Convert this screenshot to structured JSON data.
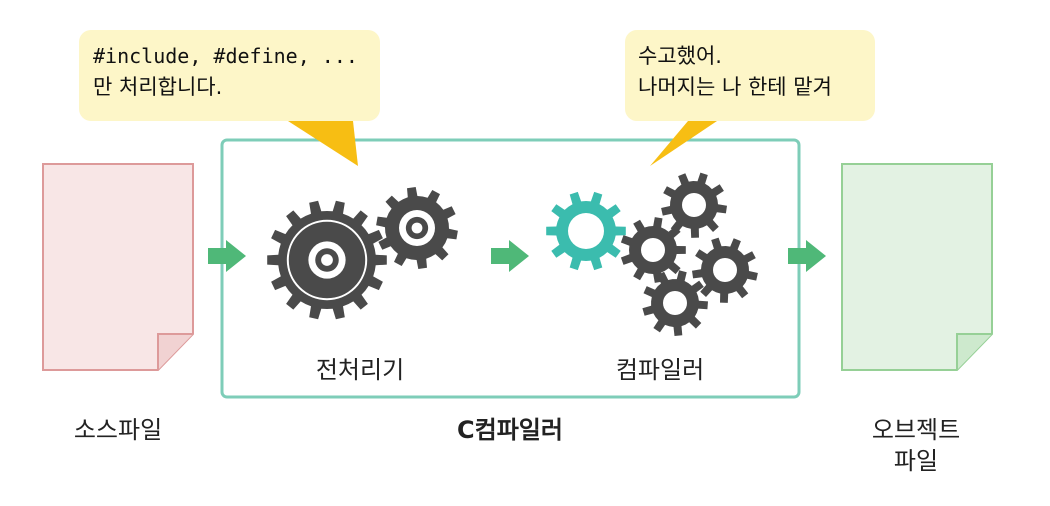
{
  "source_file": {
    "label": "소스파일"
  },
  "compiler": {
    "label": "C컴파일러",
    "preprocessor": {
      "label": "전처리기",
      "bubble": {
        "line1": "#include, #define, ...",
        "line2": "만 처리합니다."
      }
    },
    "c_compiler": {
      "label": "컴파일러",
      "bubble": {
        "line1": "수고했어.",
        "line2": "나머지는 나 한테 맡겨"
      }
    }
  },
  "object_file": {
    "label_line1": "오브젝트",
    "label_line2": "파일"
  },
  "colors": {
    "source_fill": "#f8e6e6",
    "source_stroke": "#dd9a9a",
    "object_fill": "#e3f2e3",
    "object_stroke": "#96d096",
    "compiler_border": "#7ecdb8",
    "arrow": "#4fb878",
    "gear_dark": "#4a4a4a",
    "gear_teal": "#3bbcae",
    "bubble_fill": "#fdf6c8",
    "bubble_tail": "#f7be13"
  }
}
